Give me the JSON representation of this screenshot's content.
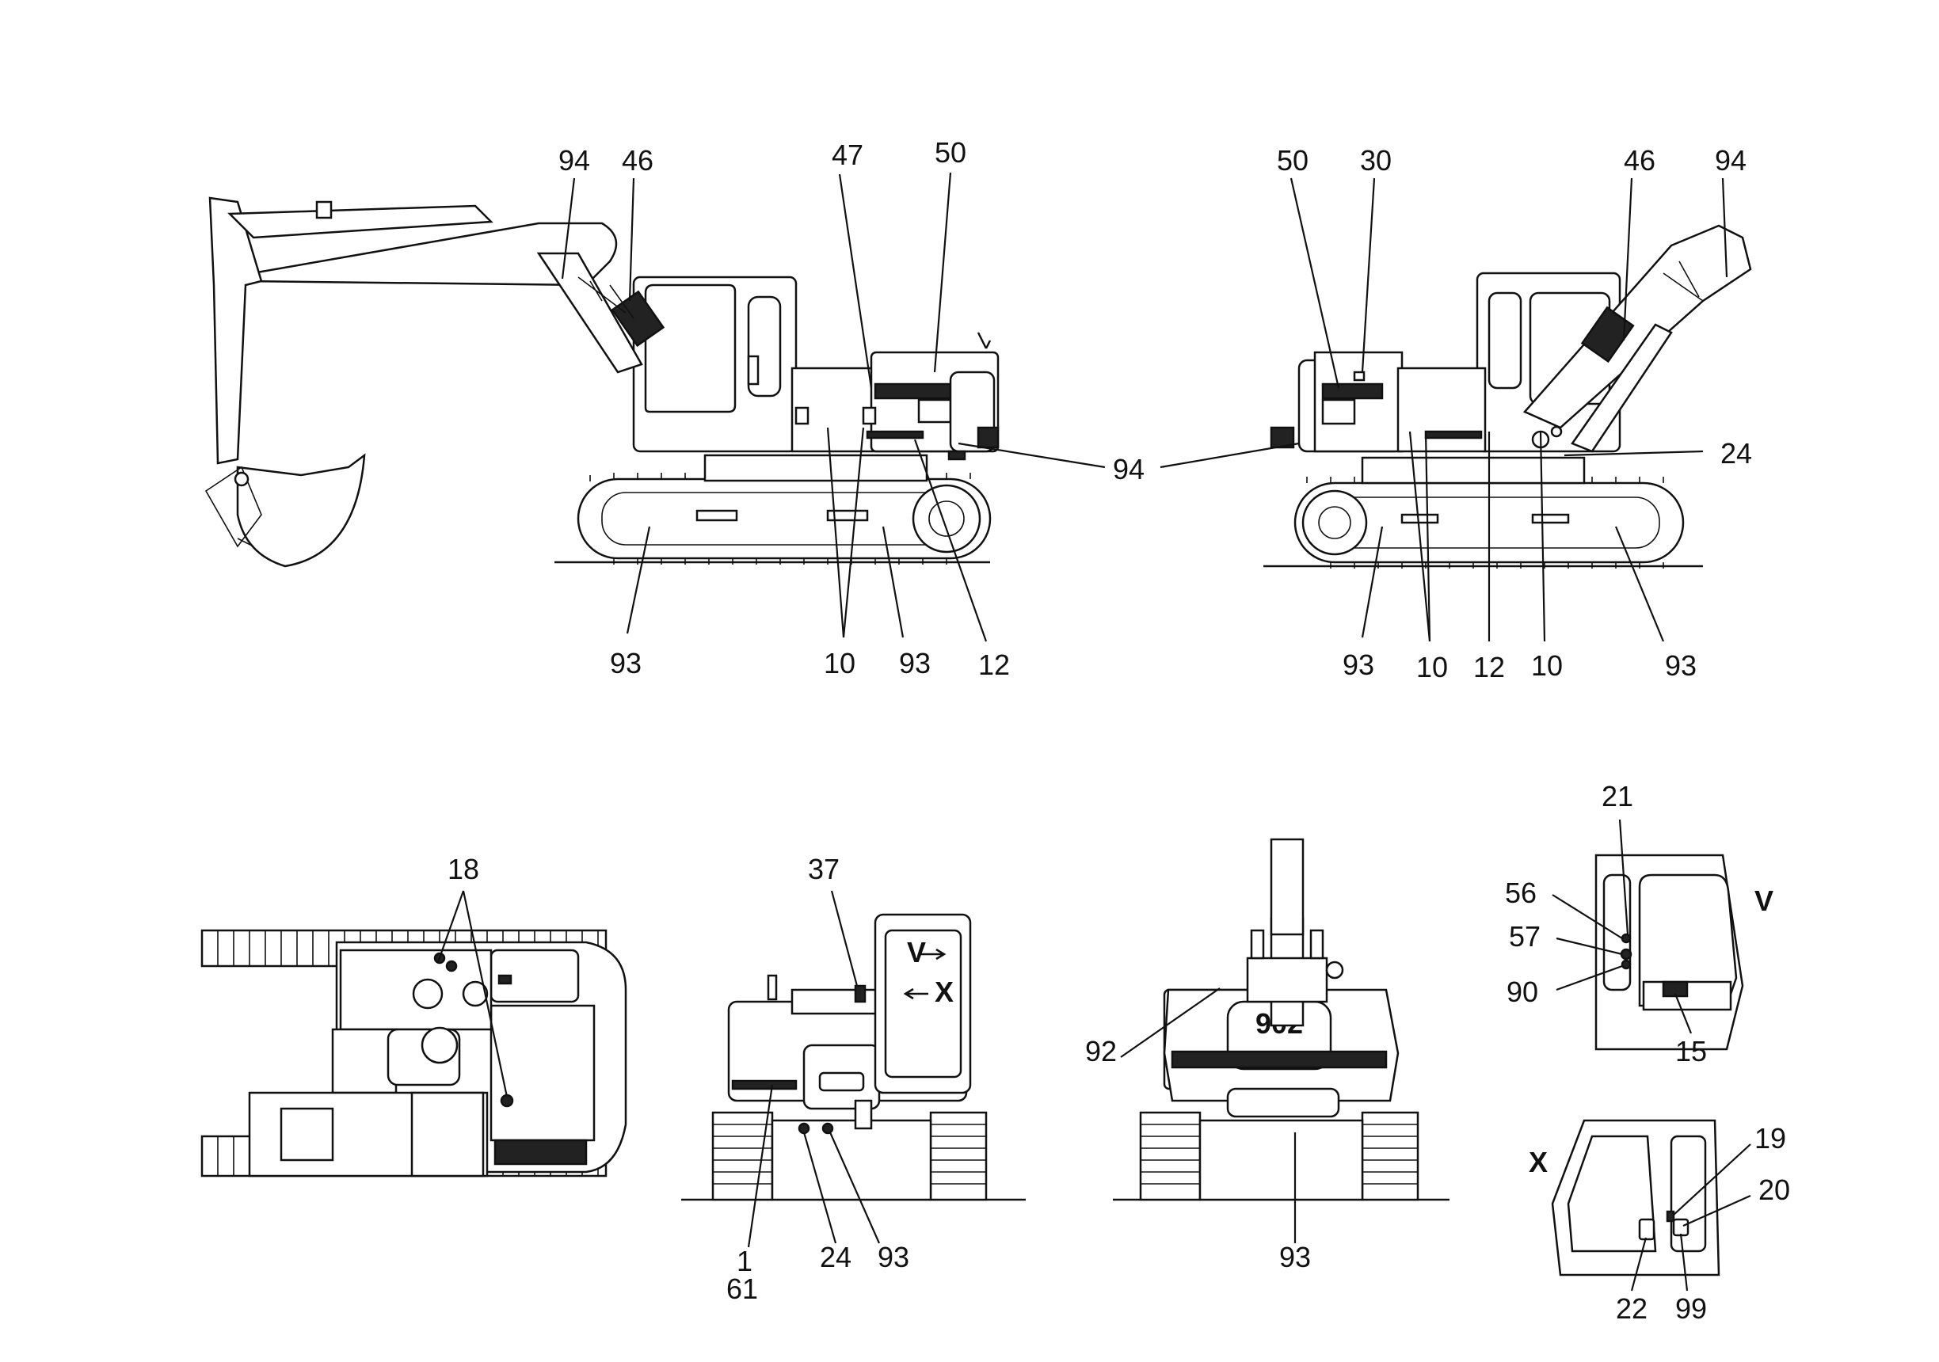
{
  "side_left": {
    "labels": [
      "94",
      "46",
      "47",
      "50",
      "94",
      "93",
      "10",
      "93",
      "12"
    ]
  },
  "side_right": {
    "labels": [
      "50",
      "30",
      "46",
      "94",
      "24",
      "93",
      "10",
      "12",
      "10",
      "93"
    ]
  },
  "top_view": {
    "labels": [
      "18"
    ]
  },
  "rear_view": {
    "labels": [
      "37",
      "V",
      "X",
      "1",
      "61",
      "24",
      "93"
    ]
  },
  "front_view": {
    "labels": [
      "92",
      "93"
    ],
    "counterweight_text": "902"
  },
  "cab_view_v": {
    "tag": "V",
    "labels": [
      "21",
      "56",
      "57",
      "90",
      "15"
    ]
  },
  "cab_view_x": {
    "tag": "X",
    "labels": [
      "19",
      "20",
      "22",
      "99"
    ]
  }
}
